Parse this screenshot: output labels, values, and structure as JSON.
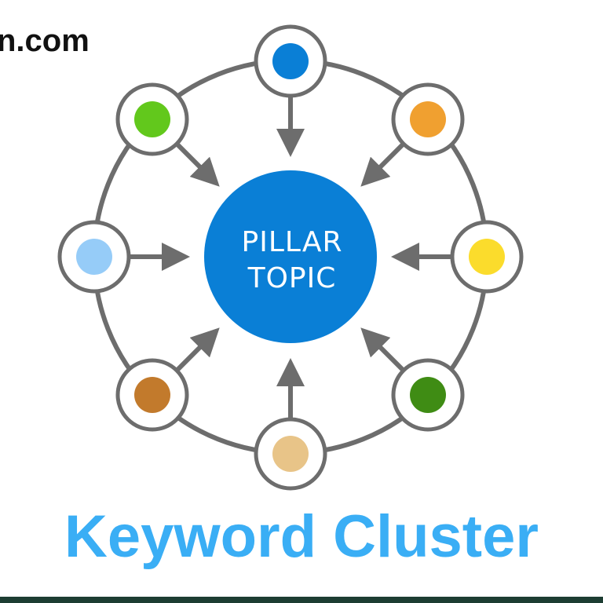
{
  "watermark": {
    "text": "n.com"
  },
  "diagram": {
    "center": {
      "line1": "PILLAR",
      "line2": "TOPIC",
      "color": "#0a7fd6"
    },
    "ring_color": "#6d6d6d",
    "nodes": [
      {
        "position": "top",
        "color": "#0a7fd6"
      },
      {
        "position": "top-right",
        "color": "#f0a030"
      },
      {
        "position": "right",
        "color": "#fbdc2c"
      },
      {
        "position": "bottom-right",
        "color": "#3f8c14"
      },
      {
        "position": "bottom",
        "color": "#e8c488"
      },
      {
        "position": "bottom-left",
        "color": "#c27a2c"
      },
      {
        "position": "left",
        "color": "#96ccf8"
      },
      {
        "position": "top-left",
        "color": "#62c81c"
      }
    ]
  },
  "title": {
    "text": "Keyword Cluster",
    "color": "#3aaef5"
  },
  "footer": {
    "color": "#1d3d32"
  }
}
